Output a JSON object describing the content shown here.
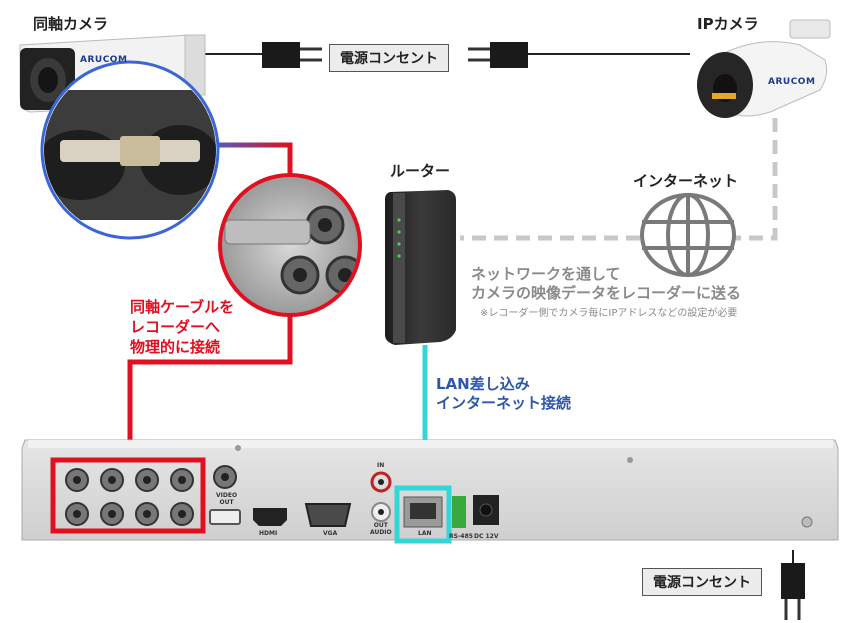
{
  "labels": {
    "coax_camera": "同軸カメラ",
    "ip_camera": "IPカメラ",
    "router": "ルーター",
    "internet": "インターネット",
    "outlet_top": "電源コンセント",
    "outlet_bottom": "電源コンセント",
    "network_line1": "ネットワークを通して",
    "network_line2": "カメラの映像データをレコーダーに送る",
    "network_note": "※レコーダー側でカメラ毎にIPアドレスなどの設定が必要",
    "coax_line1": "同軸ケーブルを",
    "coax_line2": "レコーダーへ",
    "coax_line3": "物理的に接続",
    "lan_line1": "LAN差し込み",
    "lan_line2": "インターネット接続"
  },
  "camera_brand": "ARUCOM",
  "recorder_ports": {
    "in": "IN",
    "video_out_1": "VIDEO",
    "video_out_2": "OUT",
    "hdmi": "HDMI",
    "vga": "VGA",
    "audio_1": "OUT",
    "audio_2": "AUDIO",
    "lan": "LAN",
    "rs485": "RS-485",
    "dc": "DC 12V"
  },
  "colors": {
    "coax_red": "#e01020",
    "lan_cyan": "#33d6d6",
    "dashed_gray": "#c8c8c8",
    "label_blue": "#2d57a8",
    "circle_blue": "#3a66d8"
  }
}
